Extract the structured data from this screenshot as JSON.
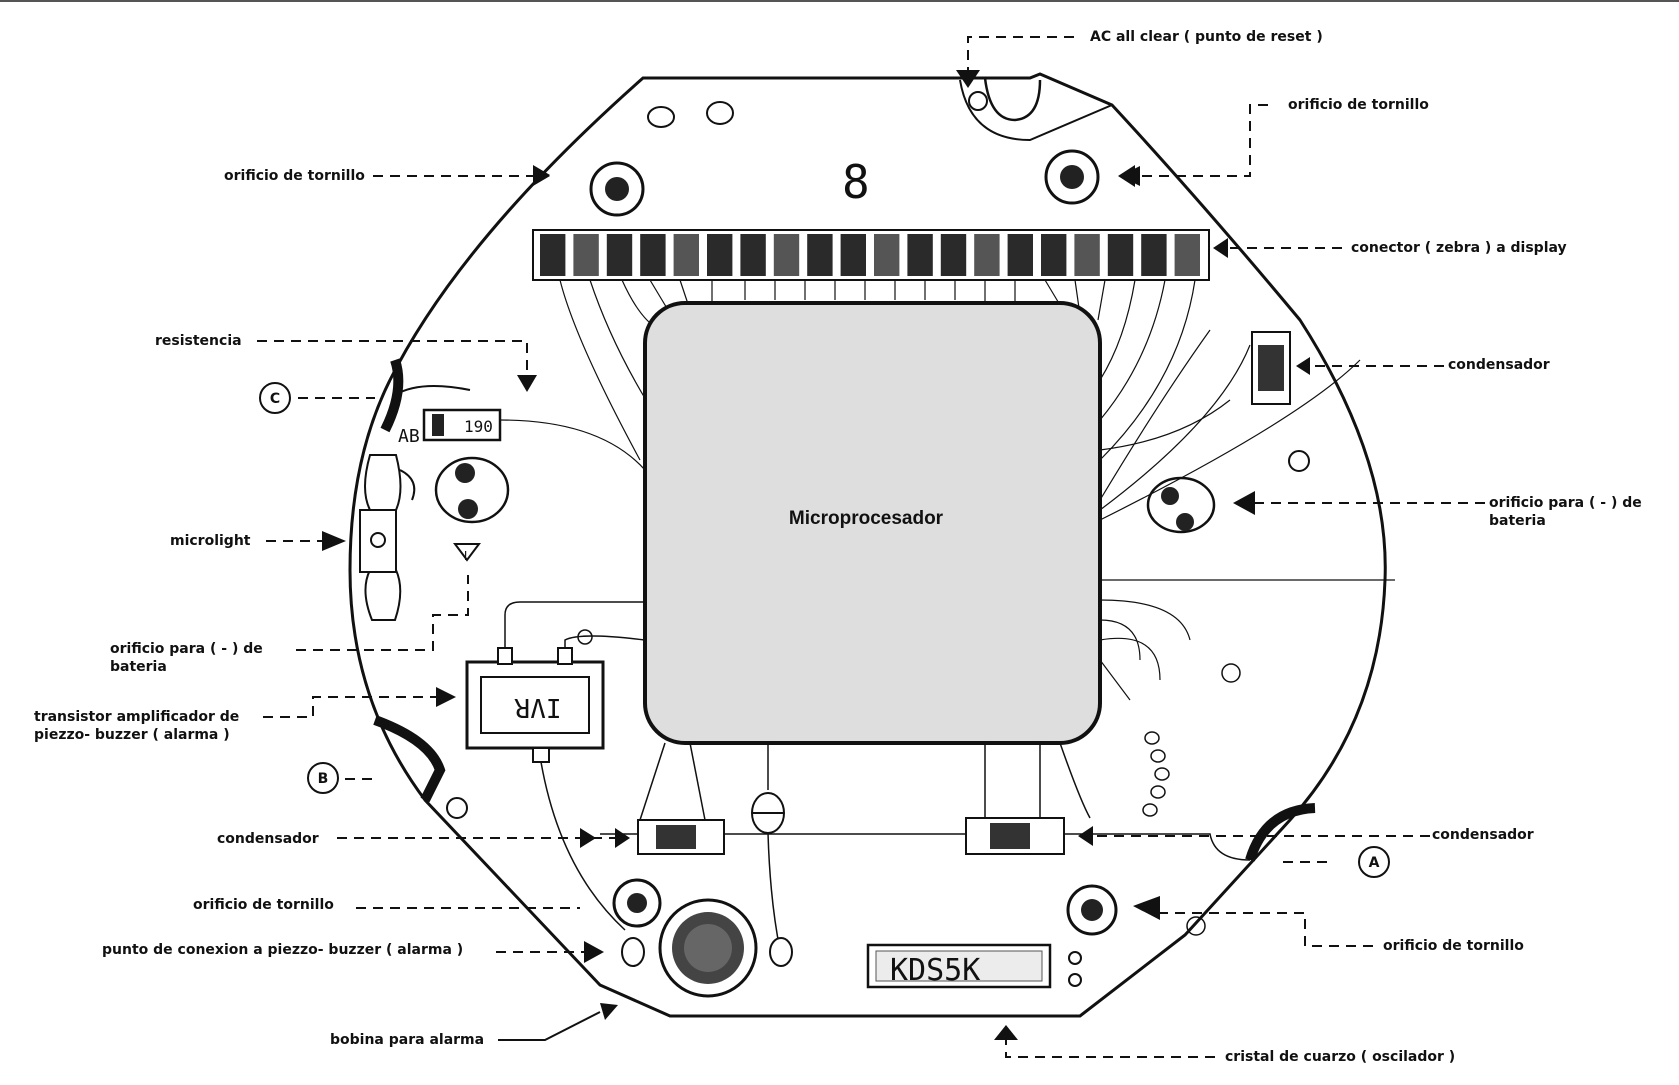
{
  "diagram": {
    "chip": {
      "label": "Microprocesador"
    },
    "markings": {
      "resistor_value": "190",
      "crystal_label": "KDS5K",
      "transistor_code": "IVR",
      "digit_8": "8"
    },
    "callouts": {
      "ac_reset": "AC  all clear ( punto de reset )",
      "screw_hole_top_right": "orificio de tornillo",
      "screw_hole_top_left": "orificio de tornillo",
      "zebra_connector": "conector ( zebra ) a display",
      "resistor": "resistencia",
      "capacitor_right": "condensador",
      "battery_neg_right": "orificio para ( - ) de bateria",
      "microlight": "microlight",
      "battery_neg_left": "orificio para ( - ) de bateria",
      "transistor": "transistor amplificador de piezzo- buzzer ( alarma )",
      "capacitor_bottom_left": "condensador",
      "capacitor_bottom_right": "condensador",
      "screw_hole_bottom_left": "orificio de tornillo",
      "screw_hole_bottom_right": "orificio de tornillo",
      "piezo_point": "punto de conexion a piezzo- buzzer ( alarma )",
      "coil": "bobina para alarma",
      "crystal": "cristal de cuarzo ( oscilador )"
    },
    "markers": {
      "a": "A",
      "b": "B",
      "c": "C"
    },
    "colors": {
      "ink": "#111111",
      "chip_fill": "#dedede",
      "paper": "#ffffff"
    }
  }
}
